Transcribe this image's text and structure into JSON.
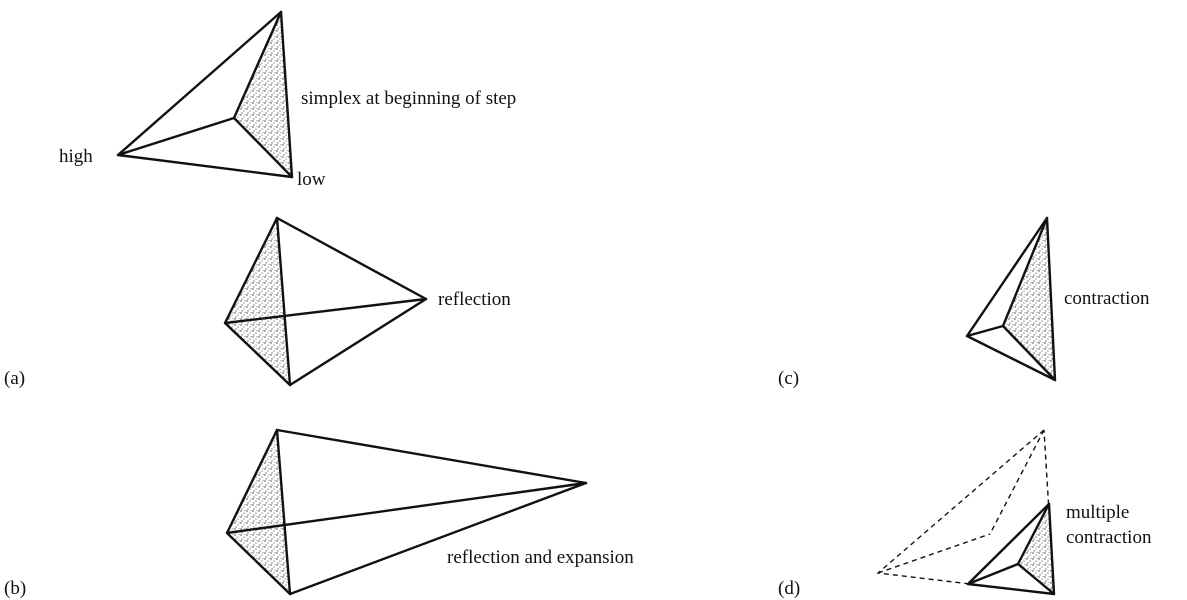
{
  "labels": {
    "simplex_start": "simplex at beginning of step",
    "high": "high",
    "low": "low",
    "reflection": "reflection",
    "reflection_expansion": "reflection and expansion",
    "contraction": "contraction",
    "multiple_contraction_1": "multiple",
    "multiple_contraction_2": "contraction",
    "panel_a": "(a)",
    "panel_b": "(b)",
    "panel_c": "(c)",
    "panel_d": "(d)"
  },
  "colors": {
    "line": "#111111",
    "shading": "#8a8a8a",
    "background": "#ffffff"
  }
}
